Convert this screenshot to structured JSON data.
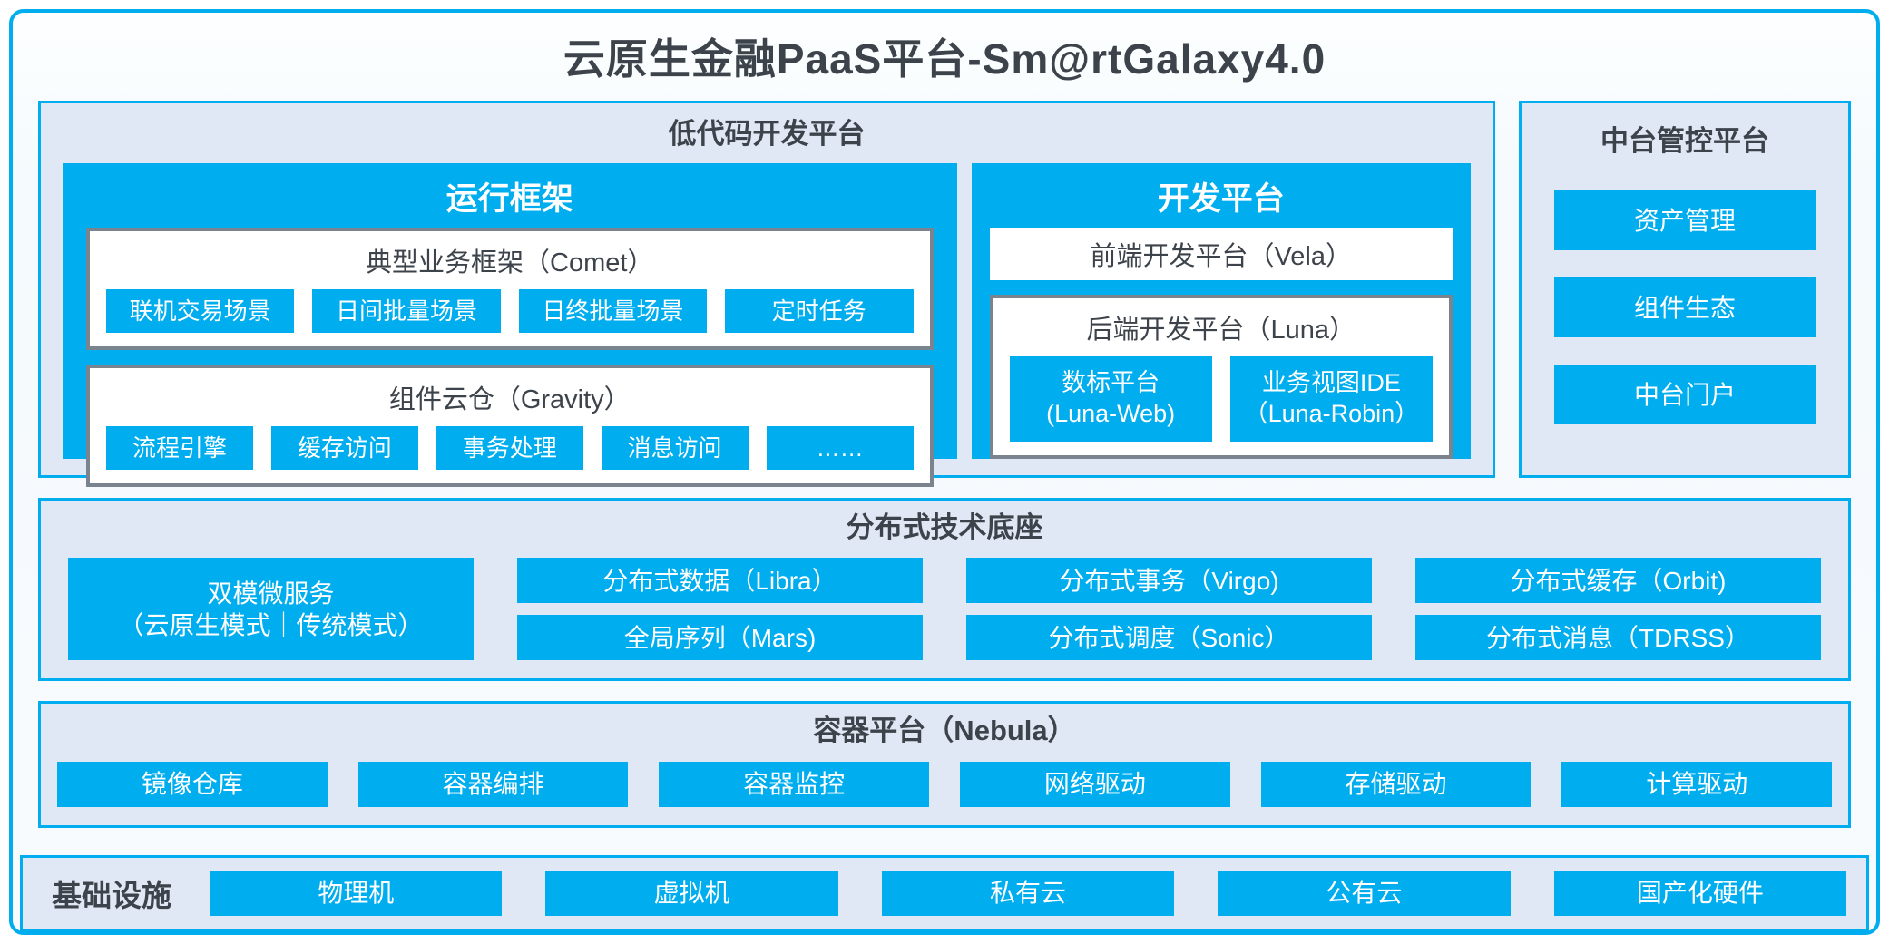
{
  "title": "云原生金融PaaS平台-Sm@rtGalaxy4.0",
  "colors": {
    "accent_blue": "#00ADEE",
    "panel_bg": "#DFE8F4",
    "white_box_border": "#7A848E",
    "dark_text": "#3D434A",
    "chip_text": "#FFFFFF"
  },
  "lowcode": {
    "title": "低代码开发平台",
    "runtime": {
      "title": "运行框架",
      "comet": {
        "title": "典型业务框架（Comet）",
        "buttons": [
          "联机交易场景",
          "日间批量场景",
          "日终批量场景",
          "定时任务"
        ]
      },
      "gravity": {
        "title": "组件云仓（Gravity）",
        "buttons": [
          "流程引擎",
          "缓存访问",
          "事务处理",
          "消息访问",
          "……"
        ]
      }
    },
    "dev": {
      "title": "开发平台",
      "vela": "前端开发平台（Vela）",
      "luna": {
        "title": "后端开发平台（Luna）",
        "buttons": [
          {
            "line1": "数标平台",
            "line2": "(Luna-Web)"
          },
          {
            "line1": "业务视图IDE",
            "line2": "（Luna-Robin）"
          }
        ]
      }
    }
  },
  "midplat": {
    "title": "中台管控平台",
    "buttons": [
      "资产管理",
      "组件生态",
      "中台门户"
    ]
  },
  "distributed": {
    "title": "分布式技术底座",
    "dual": {
      "line1": "双模微服务",
      "line2": "（云原生模式｜传统模式）"
    },
    "buttons": [
      "分布式数据（Libra）",
      "全局序列（Mars)",
      "分布式事务（Virgo)",
      "分布式调度（Sonic）",
      "分布式缓存（Orbit)",
      "分布式消息（TDRSS）"
    ]
  },
  "container": {
    "title": "容器平台（Nebula）",
    "buttons": [
      "镜像仓库",
      "容器编排",
      "容器监控",
      "网络驱动",
      "存储驱动",
      "计算驱动"
    ]
  },
  "infra": {
    "title": "基础设施",
    "buttons": [
      "物理机",
      "虚拟机",
      "私有云",
      "公有云",
      "国产化硬件"
    ]
  }
}
